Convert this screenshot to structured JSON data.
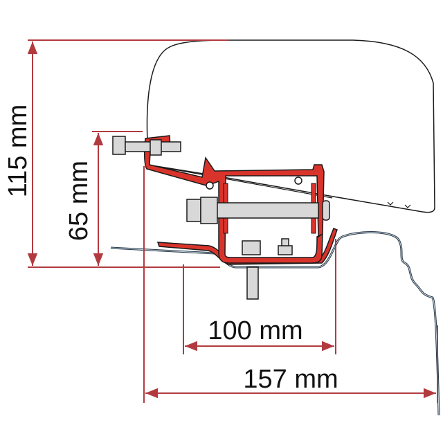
{
  "dimensions": {
    "overall_height": "115 mm",
    "mount_height": "65 mm",
    "inner_width": "100 mm",
    "overall_width": "157 mm"
  },
  "colors": {
    "dimension_lines": "#b23a3f",
    "bracket": "#d9342b",
    "hardware": "#d8d8d8",
    "outline": "#1a1a1a"
  }
}
